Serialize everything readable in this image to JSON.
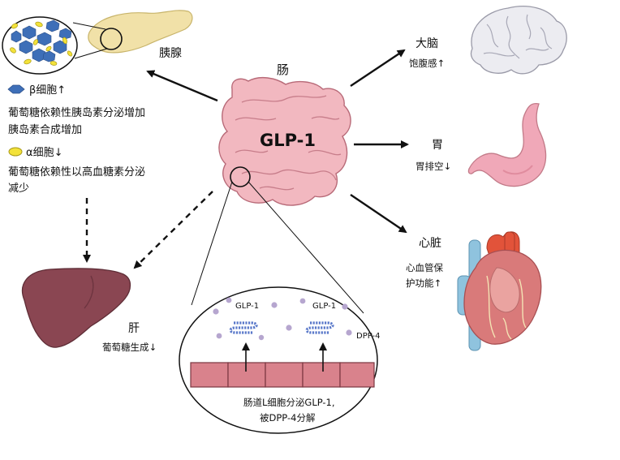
{
  "labels": {
    "intestine": "肠",
    "glp1": "GLP-1",
    "pancreas": "胰腺",
    "beta_cell": "β细胞↑",
    "beta_effect_1": "葡萄糖依赖性胰岛素分泌增加",
    "beta_effect_2": "胰岛素合成增加",
    "alpha_cell": "α细胞↓",
    "alpha_effect_1": "葡萄糖依赖性以高血糖素分泌",
    "alpha_effect_2": "减少",
    "brain": "大脑",
    "brain_effect": "饱腹感↑",
    "stomach": "胃",
    "stomach_effect": "胃排空↓",
    "heart": "心脏",
    "heart_effect_1": "心血管保",
    "heart_effect_2": "护功能↑",
    "liver": "肝",
    "liver_effect": "葡萄糖生成↓",
    "inset_glp1_left": "GLP-1",
    "inset_glp1_right": "GLP-1",
    "inset_dpp4": "DPP-4",
    "inset_caption_1": "肠道L细胞分泌GLP-1,",
    "inset_caption_2": "被DPP-4分解"
  },
  "colors": {
    "arrow": "#111111",
    "intestine": "#f2b8c0",
    "intestine_stroke": "#b86a78",
    "pancreas": "#f1e1a8",
    "beta_cell": "#3e6fb8",
    "alpha_cell": "#f3e23a",
    "brain": "#ececf1",
    "stomach": "#f0a8b8",
    "liver": "#8a4652",
    "heart": "#d97a7a",
    "aorta": "#e2533a",
    "vein": "#8fc3de",
    "cells": "#d9828c",
    "dots": "#b6a6cf",
    "glp_chain": "#5978c9"
  }
}
